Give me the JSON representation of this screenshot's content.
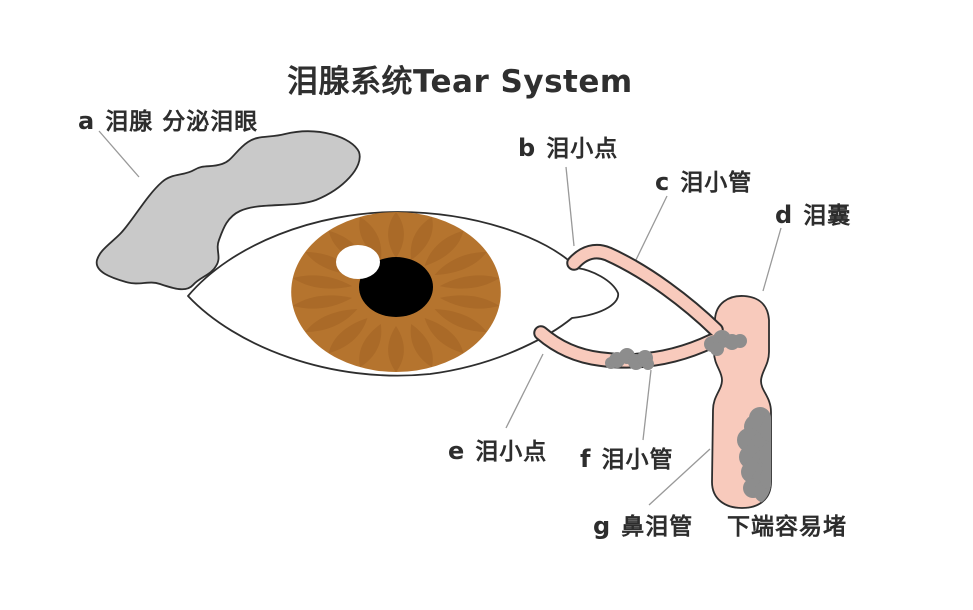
{
  "title": "泪腺系统Tear System",
  "labels": {
    "a": {
      "letter": "a",
      "text": "泪腺 分泌泪眼"
    },
    "b": {
      "letter": "b",
      "text": "泪小点"
    },
    "c": {
      "letter": "c",
      "text": "泪小管"
    },
    "d": {
      "letter": "d",
      "text": "泪囊"
    },
    "e": {
      "letter": "e",
      "text": "泪小点"
    },
    "f": {
      "letter": "f",
      "text": "泪小管"
    },
    "g": {
      "letter": "g",
      "text": "鼻泪管"
    },
    "g_note": {
      "text": "下端容易堵"
    }
  },
  "colors": {
    "text": "#2d2d2d",
    "outline": "#2e2e2e",
    "leader_line": "#999999",
    "gland_fill": "#c9c9c9",
    "duct_fill": "#f8cabc",
    "blockage": "#8d8d8d",
    "iris": "#b5742e",
    "iris_detail": "#aa6a28",
    "pupil": "#000000",
    "highlight": "#ffffff",
    "sclera": "#ffffff",
    "background": "#ffffff"
  }
}
